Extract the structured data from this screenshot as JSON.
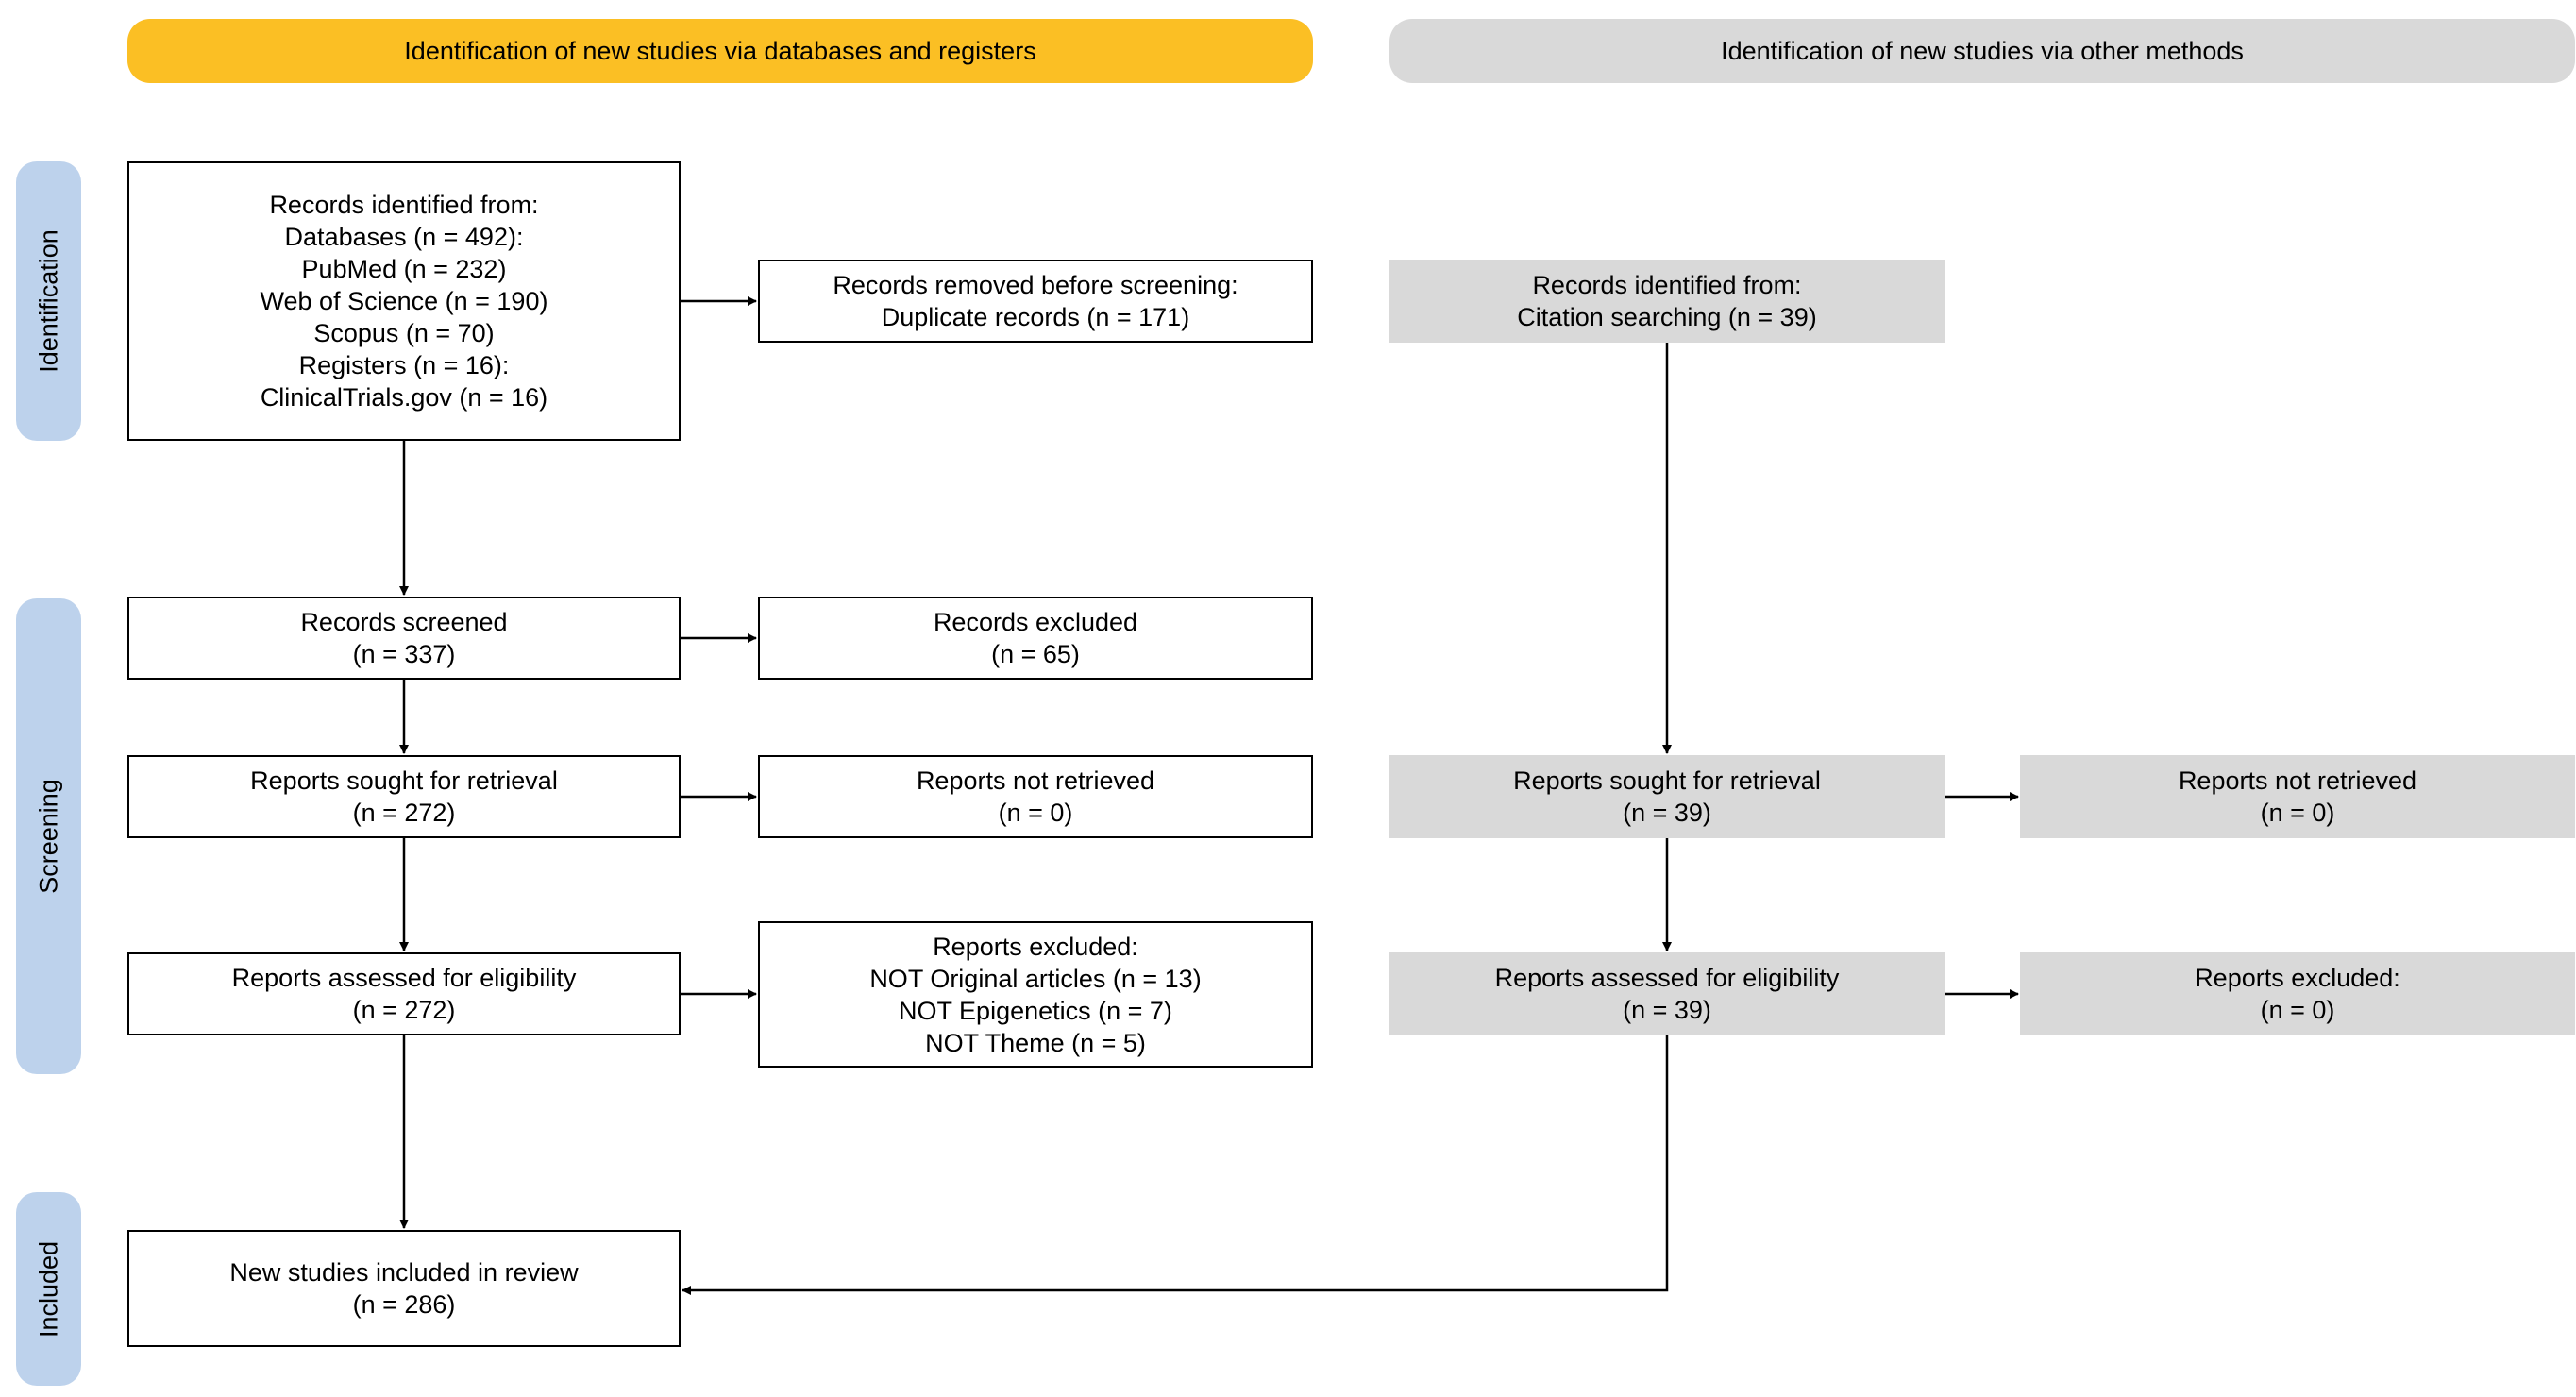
{
  "headers": {
    "databases": "Identification of new studies via databases and registers",
    "other": "Identification of new studies via other methods"
  },
  "stages": {
    "identification": "Identification",
    "screening": "Screening",
    "included": "Included"
  },
  "db": {
    "identified": [
      "Records identified from:",
      "Databases (n = 492):",
      "PubMed (n = 232)",
      "Web of Science (n = 190)",
      "Scopus (n = 70)",
      "Registers (n = 16):",
      "ClinicalTrials.gov (n = 16)"
    ],
    "removed": [
      "Records removed before screening:",
      "Duplicate records (n = 171)"
    ],
    "screened": [
      "Records screened",
      "(n = 337)"
    ],
    "excluded": [
      "Records excluded",
      "(n = 65)"
    ],
    "sought": [
      "Reports sought for retrieval",
      "(n = 272)"
    ],
    "not_retrieved": [
      "Reports not retrieved",
      "(n = 0)"
    ],
    "assessed": [
      "Reports assessed for eligibility",
      "(n = 272)"
    ],
    "reports_excluded": [
      "Reports excluded:",
      "NOT Original articles (n = 13)",
      "NOT Epigenetics (n = 7)",
      "NOT Theme (n = 5)"
    ],
    "included": [
      "New studies included in review",
      "(n = 286)"
    ]
  },
  "other": {
    "identified": [
      "Records identified from:",
      "Citation searching (n = 39)"
    ],
    "sought": [
      "Reports sought for retrieval",
      "(n = 39)"
    ],
    "not_retrieved": [
      "Reports not retrieved",
      "(n = 0)"
    ],
    "assessed": [
      "Reports assessed for eligibility",
      "(n = 39)"
    ],
    "excluded": [
      "Reports excluded:",
      "(n = 0)"
    ]
  },
  "colors": {
    "db_header": "#fbbf24",
    "other_header": "#d9d9d9",
    "stage_label": "#bdd2ec",
    "other_box": "#d9d9d9"
  }
}
